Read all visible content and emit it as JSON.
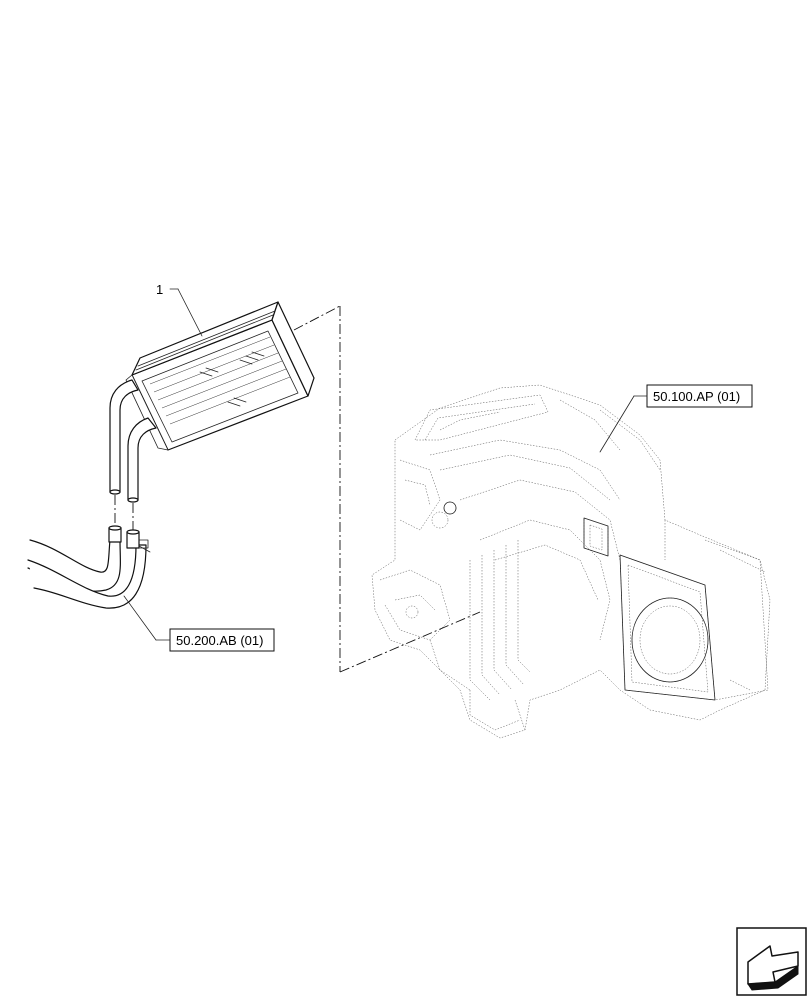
{
  "callouts": {
    "item_1": "1",
    "ref_ap": "50.100.AP (01)",
    "ref_ab": "50.200.AB (01)"
  },
  "icons": {
    "nav": "next-page-arrow-icon"
  },
  "colors": {
    "line": "#111111",
    "background": "#ffffff"
  }
}
